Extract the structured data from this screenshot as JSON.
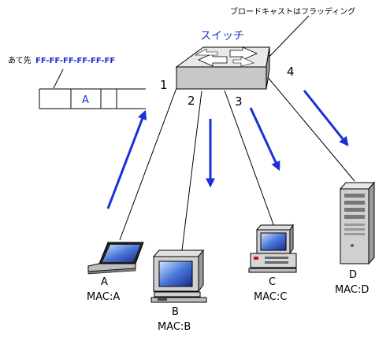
{
  "switch_label": "スイッチ",
  "callout": "ブロードキャストはフラッディング",
  "frame": {
    "dest_prefix": "あて先",
    "dest_mac": "FF-FF-FF-FF-FF-FF",
    "src_cell": "A"
  },
  "ports": [
    "1",
    "2",
    "3",
    "4"
  ],
  "hosts": [
    {
      "name": "A",
      "mac": "MAC:A",
      "icon": "laptop-icon"
    },
    {
      "name": "B",
      "mac": "MAC:B",
      "icon": "desktop-monitor-icon"
    },
    {
      "name": "C",
      "mac": "MAC:C",
      "icon": "desktop-pc-icon"
    },
    {
      "name": "D",
      "mac": "MAC:D",
      "icon": "server-tower-icon"
    }
  ],
  "colors": {
    "arrow": "#1a2fd6",
    "switch_body": "#c8c8c8",
    "title": "#1a2fd6"
  }
}
